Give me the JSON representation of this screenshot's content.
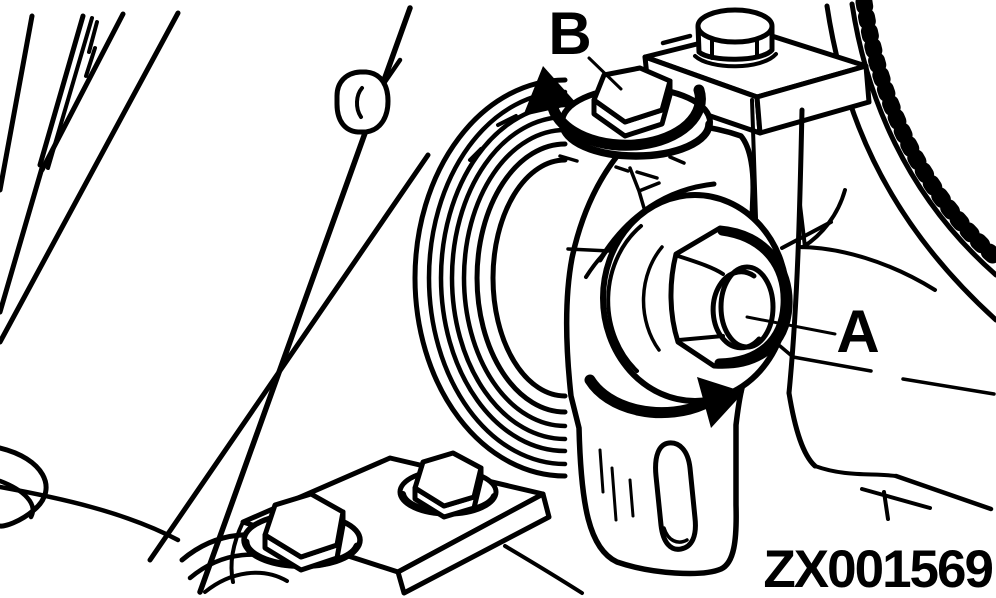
{
  "figure": {
    "code": "ZX001569",
    "labels": {
      "a": "A",
      "b": "B"
    },
    "colors": {
      "line": "#000000",
      "background": "#ffffff"
    }
  }
}
